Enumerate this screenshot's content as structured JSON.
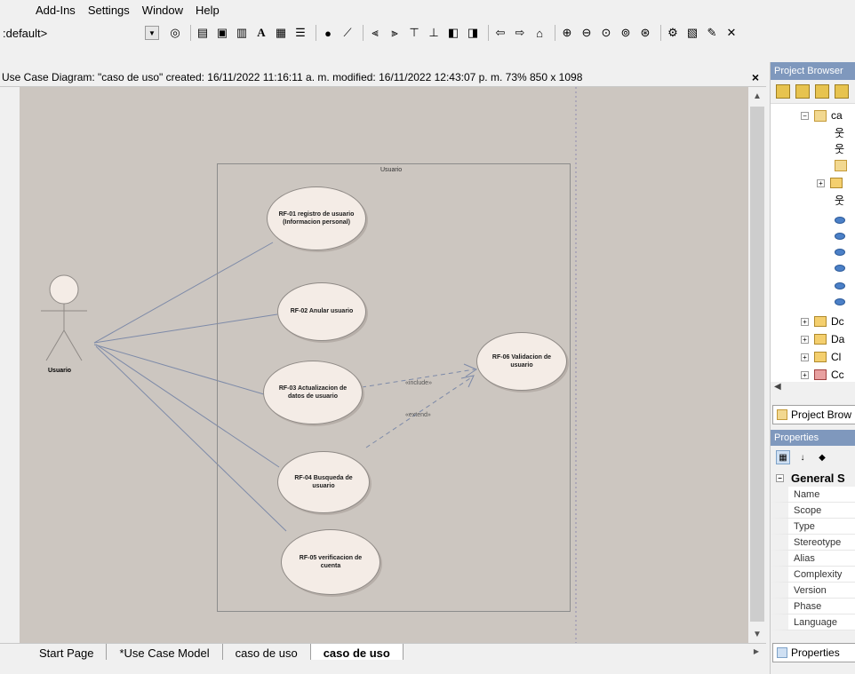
{
  "menu": [
    "Add-Ins",
    "Settings",
    "Window",
    "Help"
  ],
  "toolbar": {
    "perspective_value": ":default>",
    "text_tool_label": "A"
  },
  "diagram_caption": {
    "text": "Use Case Diagram: \"caso de uso\"  created: 16/11/2022 11:16:11 a. m.  modified: 16/11/2022 12:43:07 p. m.   73%   850 x 1098",
    "close_glyph": "×"
  },
  "diagram": {
    "boundary_label": "Usuario",
    "actor_label": "Usuario",
    "use_cases": [
      {
        "id": "rf01",
        "label": "RF-01 registro de usuario (Informacion personal)"
      },
      {
        "id": "rf02",
        "label": "RF-02 Anular usuario"
      },
      {
        "id": "rf03",
        "label": "RF-03 Actualizacion de datos de usuario"
      },
      {
        "id": "rf04",
        "label": "RF-04 Busqueda de usuario"
      },
      {
        "id": "rf05",
        "label": "RF-05 verificacion de cuenta"
      },
      {
        "id": "rf06",
        "label": "RF-06 Validacion de usuario"
      }
    ],
    "include_label": "«include»",
    "extend_label": "«extend»"
  },
  "tabs": [
    {
      "label": "Start Page",
      "active": false
    },
    {
      "label": "*Use Case Model",
      "active": false
    },
    {
      "label": "caso de uso",
      "active": false
    },
    {
      "label": "caso de uso",
      "active": true
    }
  ],
  "project_browser": {
    "title": "Project Browser",
    "tree_root_label": "ca",
    "tree_items": [
      {
        "label": "Dc",
        "icon": "package-icon"
      },
      {
        "label": "Da",
        "icon": "package-icon"
      },
      {
        "label": "Cl",
        "icon": "package-icon"
      },
      {
        "label": "Cc",
        "icon": "package-icon"
      }
    ],
    "tab_label": "Project Brow"
  },
  "properties": {
    "title": "Properties",
    "section_label": "General S",
    "rows": [
      "Name",
      "Scope",
      "Type",
      "Stereotype",
      "Alias",
      "Complexity",
      "Version",
      "Phase",
      "Language"
    ],
    "tab_label": "Properties"
  }
}
